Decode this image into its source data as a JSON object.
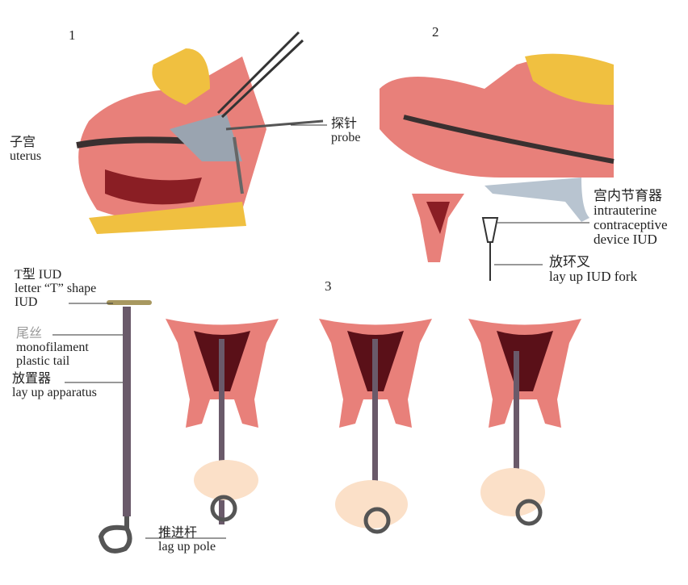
{
  "panels": {
    "p1": "1",
    "p2": "2",
    "p3": "3"
  },
  "labels": {
    "uterus_cn": "子宫",
    "uterus_en": "uterus",
    "probe_cn": "探针",
    "probe_en": "probe",
    "iud_cn": "宫内节育器",
    "iud_en1": "intrauterine",
    "iud_en2": "contraceptive",
    "iud_en3": "device IUD",
    "fork_cn": "放环叉",
    "fork_en": "lay up IUD fork",
    "t_cn": "T型 IUD",
    "t_en1": "letter “T” shape",
    "t_en2": "IUD",
    "tail_cn": "尾丝",
    "tail_en1": "monofilament",
    "tail_en2": "plastic tail",
    "app_cn": "放置器",
    "app_en": "lay up apparatus",
    "pole_cn": "推进杆",
    "pole_en": "lag up pole"
  },
  "colors": {
    "tissue": "#e8807a",
    "dark": "#8a1e24",
    "fat": "#f0c040",
    "metal": "#555a66",
    "speculum": "#b8c4d0"
  }
}
